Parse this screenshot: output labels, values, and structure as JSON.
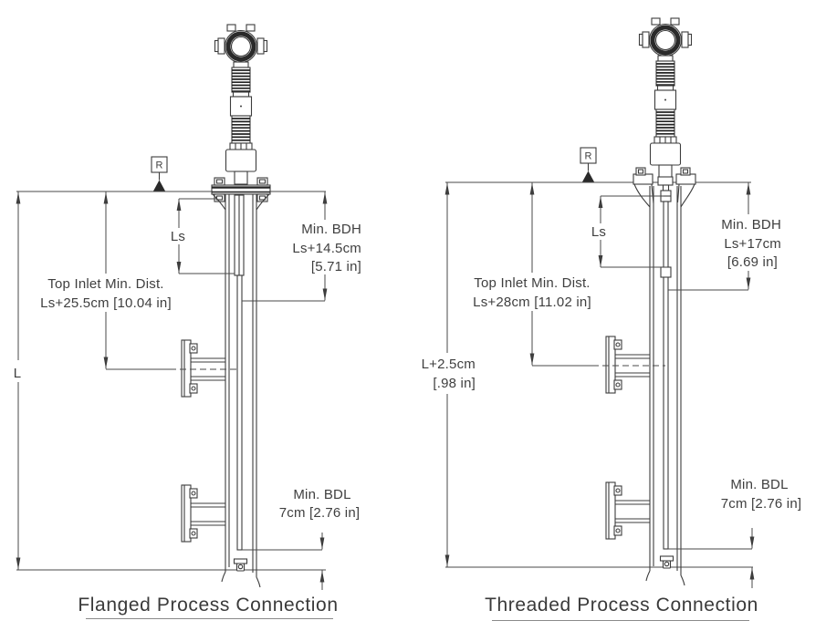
{
  "colors": {
    "line": "#3c3c3c",
    "dimension": "#4a4a4a",
    "text": "#3f3f3f",
    "title": "#3a3a3a"
  },
  "diagrams": [
    {
      "title": "Flanged Process Connection",
      "datum": "R",
      "ls": "Ls",
      "length": "L",
      "bdh": [
        "Min. BDH",
        "Ls+14.5cm",
        "[5.71 in]"
      ],
      "top_inlet": [
        "Top Inlet Min. Dist.",
        "Ls+25.5cm [10.04 in]"
      ],
      "bdl": [
        "Min. BDL",
        "7cm [2.76 in]"
      ]
    },
    {
      "title": "Threaded Process Connection",
      "datum": "R",
      "ls": "Ls",
      "length": "L+2.5cm",
      "length_alt": "[.98 in]",
      "bdh": [
        "Min. BDH",
        "Ls+17cm",
        "[6.69 in]"
      ],
      "top_inlet": [
        "Top Inlet Min. Dist.",
        "Ls+28cm [11.02 in]"
      ],
      "bdl": [
        "Min. BDL",
        "7cm [2.76 in]"
      ]
    }
  ]
}
